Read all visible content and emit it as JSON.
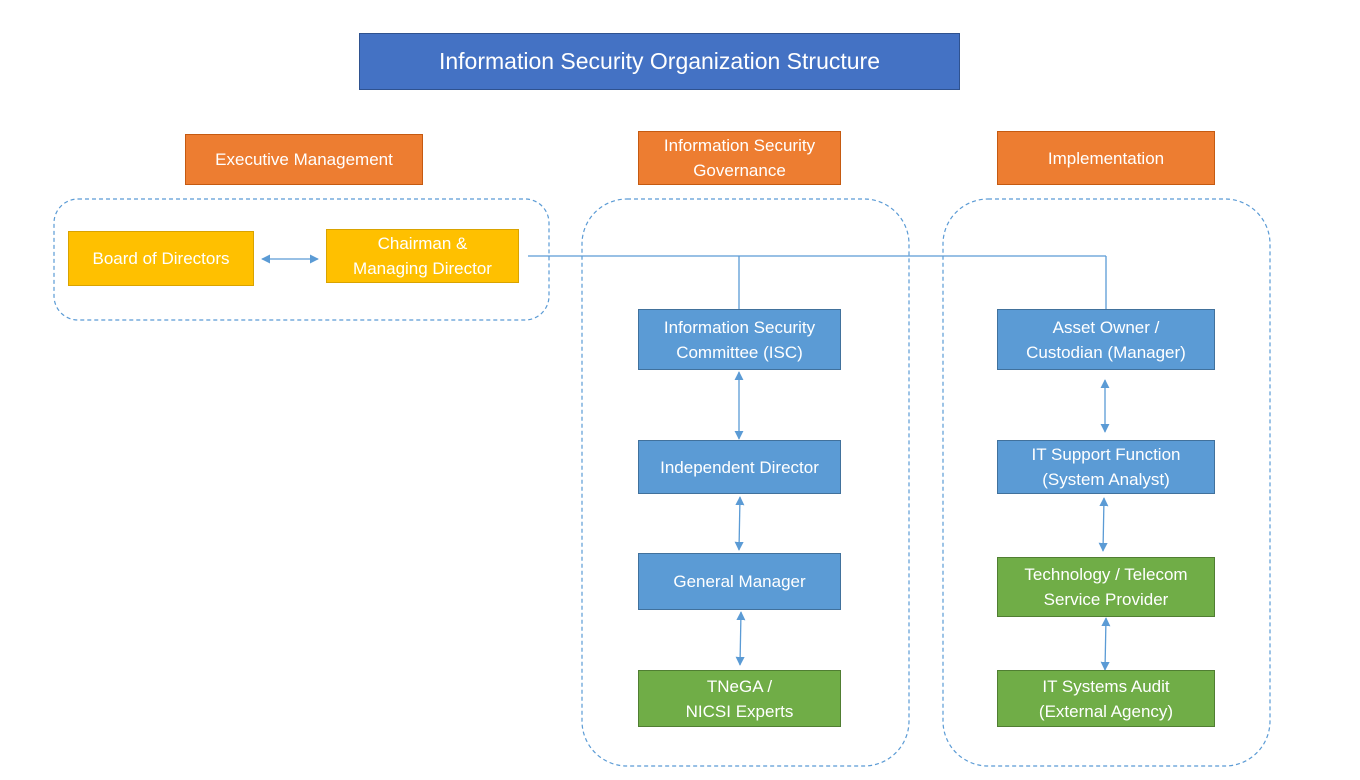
{
  "diagram": {
    "title": "Information Security Organization Structure",
    "columns": {
      "executive": {
        "header": "Executive Management"
      },
      "governance": {
        "header": "Information Security\nGovernance"
      },
      "implementation": {
        "header": "Implementation"
      }
    },
    "nodes": {
      "board": "Board of Directors",
      "chairman": "Chairman &\nManaging Director",
      "isc": "Information Security\nCommittee (ISC)",
      "independent_director": "Independent Director",
      "general_manager": "General Manager",
      "tnega": "TNeGA /\nNICSI Experts",
      "asset_owner": "Asset Owner /\nCustodian  (Manager)",
      "it_support": "IT Support Function\n(System Analyst)",
      "telecom": "Technology / Telecom\nService Provider",
      "it_audit": "IT Systems Audit\n(External Agency)"
    },
    "colors": {
      "title": "#4472c4",
      "header": "#ed7d31",
      "executive": "#ffc000",
      "internal": "#5b9bd5",
      "external": "#70ad47",
      "connector": "#5b9bd5"
    }
  }
}
